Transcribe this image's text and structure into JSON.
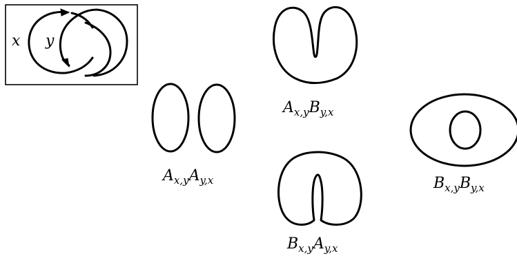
{
  "inset": {
    "label_x": "x",
    "label_y": "y"
  },
  "captions": {
    "aa": {
      "l1": "A",
      "s1": "x,y",
      "l2": "A",
      "s2": "y,x"
    },
    "ab": {
      "l1": "A",
      "s1": "x,y",
      "l2": "B",
      "s2": "y,x"
    },
    "ba": {
      "l1": "B",
      "s1": "x,y",
      "l2": "A",
      "s2": "y,x"
    },
    "bb": {
      "l1": "B",
      "s1": "x,y",
      "l2": "B",
      "s2": "y,x"
    }
  }
}
